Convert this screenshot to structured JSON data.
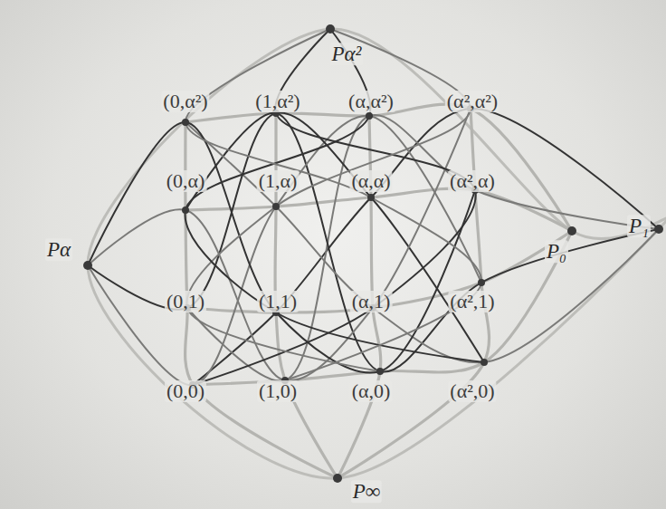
{
  "diagram": {
    "labels": [
      "(0,α²)",
      "(1,α²)",
      "(α,α²)",
      "(α²,α²)",
      "(0,α)",
      "(1,α)",
      "(α,α)",
      "(α²,α)",
      "(0,1)",
      "(1,1)",
      "(α,1)",
      "(α²,1)",
      "(0,0)",
      "(1,0)",
      "(α,0)",
      "(α²,0)",
      "Pα²",
      "Pα",
      "P₀",
      "P₁",
      "P∞"
    ]
  }
}
